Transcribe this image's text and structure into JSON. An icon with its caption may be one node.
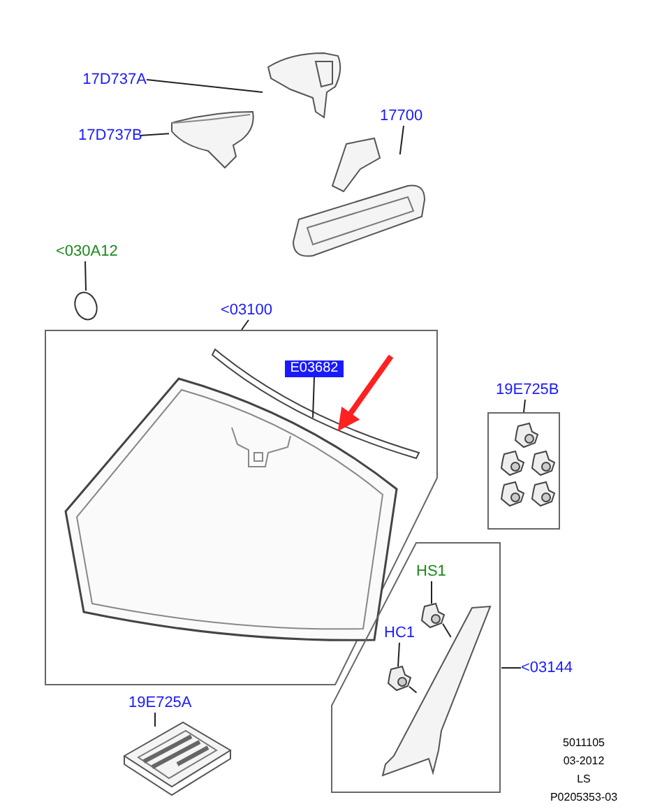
{
  "diagram": {
    "nodes": [
      {
        "text": [
          "17D737A"
        ]
      },
      {
        "text": [],
        "shape": "picture"
      },
      {
        "text": [
          "17D737B"
        ]
      },
      {
        "text": [],
        "shape": "picture"
      },
      {
        "text": [
          "17700"
        ]
      },
      {
        "text": [],
        "shape": "picture"
      },
      {
        "text": [
          "<030A12"
        ]
      },
      {
        "text": [],
        "shape": "circle"
      },
      {
        "text": [
          "<03100"
        ]
      },
      {
        "text": [],
        "shape": "box"
      },
      {
        "text": [],
        "shape": "picture",
        "in": 9
      },
      {
        "text": [],
        "shape": "picture",
        "in": 9
      },
      {
        "text": [
          "E03682"
        ],
        "in": 9
      },
      {
        "text": [
          "19E725B"
        ]
      },
      {
        "text": [],
        "shape": "box"
      },
      {
        "text": [
          "<03144"
        ]
      },
      {
        "text": [],
        "shape": "box"
      },
      {
        "text": [
          "HS1"
        ],
        "in": 16
      },
      {
        "text": [],
        "shape": "picture",
        "in": 16
      },
      {
        "text": [
          "HC1"
        ],
        "in": 16
      },
      {
        "text": [],
        "shape": "picture",
        "in": 16
      },
      {
        "text": [],
        "shape": "picture",
        "in": 16
      },
      {
        "text": [
          "19E725A"
        ]
      },
      {
        "text": [],
        "shape": "picture"
      }
    ],
    "edges": [
      {
        "from": 0,
        "to": 1,
        "arrow": "none"
      },
      {
        "from": 2,
        "to": 3,
        "arrow": "none"
      },
      {
        "from": 4,
        "to": 5,
        "arrow": "none"
      },
      {
        "from": 6,
        "to": 7,
        "arrow": "none"
      },
      {
        "from": 8,
        "to": 9,
        "arrow": "none"
      },
      {
        "from": 12,
        "to": 11,
        "arrow": "none"
      },
      {
        "from": null,
        "to": 11,
        "arrow": "to",
        "style": "thick",
        "color": "#ff2020"
      },
      {
        "from": 13,
        "to": 14,
        "arrow": "none"
      },
      {
        "from": 15,
        "to": 16,
        "arrow": "none"
      },
      {
        "from": 17,
        "to": 18,
        "arrow": "none"
      },
      {
        "from": 19,
        "to": 20,
        "arrow": "none"
      },
      {
        "from": 18,
        "to": 21,
        "arrow": "none"
      },
      {
        "from": 20,
        "to": 21,
        "arrow": "none"
      },
      {
        "from": 22,
        "to": 23,
        "arrow": "none"
      }
    ],
    "labels": [
      "5011105",
      "03-2012",
      "LS",
      "P0205353-03"
    ]
  }
}
